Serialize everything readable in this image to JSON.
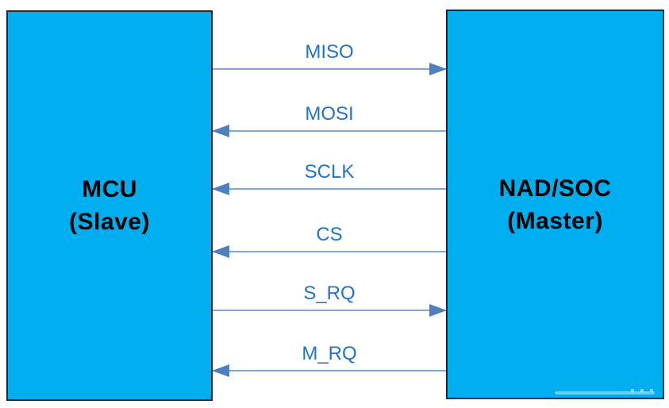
{
  "diagram": {
    "left_node": {
      "name": "MCU",
      "role": "(Slave)"
    },
    "right_node": {
      "name": "NAD/SOC",
      "role": "(Master)"
    },
    "signals": [
      {
        "label": "MISO",
        "direction": "right"
      },
      {
        "label": "MOSI",
        "direction": "left"
      },
      {
        "label": "SCLK",
        "direction": "left"
      },
      {
        "label": "CS",
        "direction": "left"
      },
      {
        "label": "S_RQ",
        "direction": "right"
      },
      {
        "label": "M_RQ",
        "direction": "left"
      }
    ],
    "colors": {
      "background": "#FFFFFF",
      "node_fill": "#00AEEF",
      "node_border": "#23282F",
      "node_text": "#000000",
      "signal_label_text": "#2273C3",
      "wire": "#7FA8DC",
      "arrowhead": "#4E80BC"
    }
  }
}
